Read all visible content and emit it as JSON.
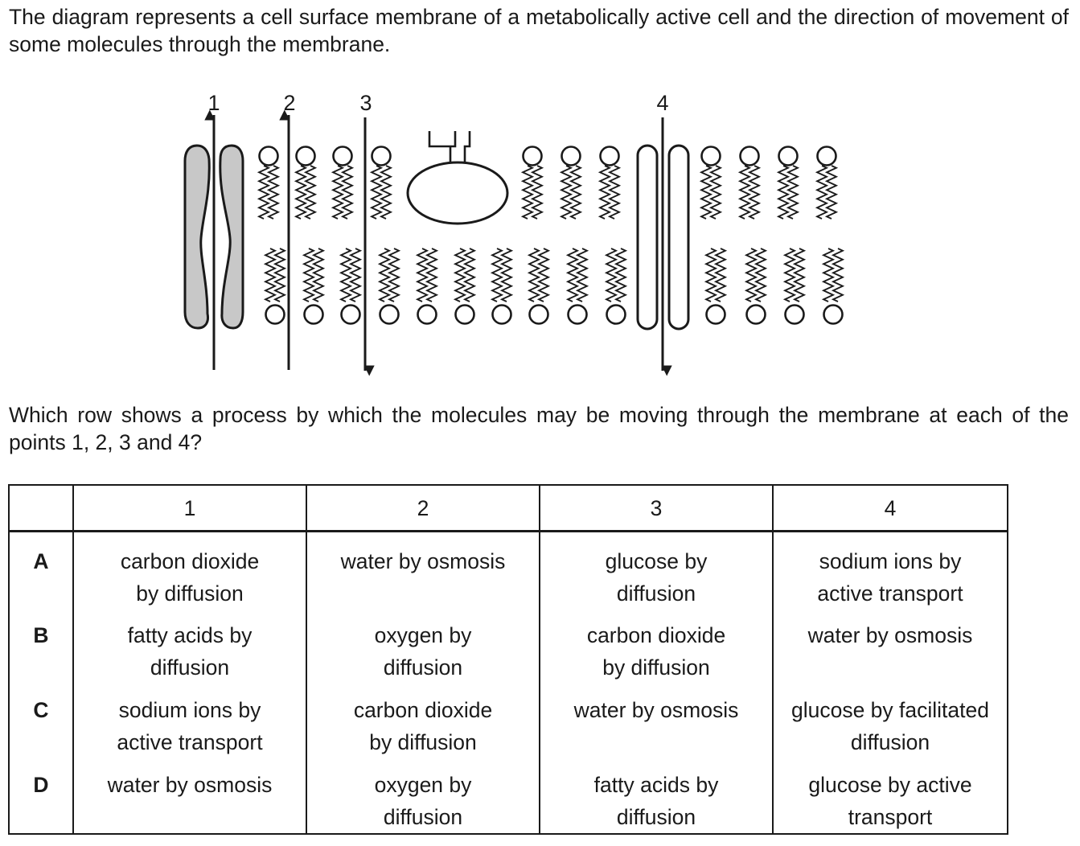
{
  "intro": "The diagram represents a cell surface membrane of a metabolically active cell and the direction of movement of some molecules through the membrane.",
  "diagram": {
    "arrow_labels": [
      "1",
      "2",
      "3",
      "4"
    ]
  },
  "question": "Which row shows a process by which the molecules may be moving through the membrane at each of the points 1, 2, 3 and 4?",
  "table": {
    "headers": [
      "",
      "1",
      "2",
      "3",
      "4"
    ],
    "rows": [
      {
        "letter": "A",
        "cells": [
          "carbon dioxide by diffusion",
          "water by osmosis",
          "glucose by diffusion",
          "sodium ions by active transport"
        ]
      },
      {
        "letter": "B",
        "cells": [
          "fatty acids by diffusion",
          "oxygen by diffusion",
          "carbon dioxide by diffusion",
          "water by osmosis"
        ]
      },
      {
        "letter": "C",
        "cells": [
          "sodium ions by active transport",
          "carbon dioxide by diffusion",
          "water by osmosis",
          "glucose by facilitated diffusion"
        ]
      },
      {
        "letter": "D",
        "cells": [
          "water by osmosis",
          "oxygen by diffusion",
          "fatty acids by diffusion",
          "glucose by active transport"
        ]
      }
    ]
  },
  "colors": {
    "ink": "#1a1a1a",
    "channel_protein_fill": "#c8c8c8"
  }
}
